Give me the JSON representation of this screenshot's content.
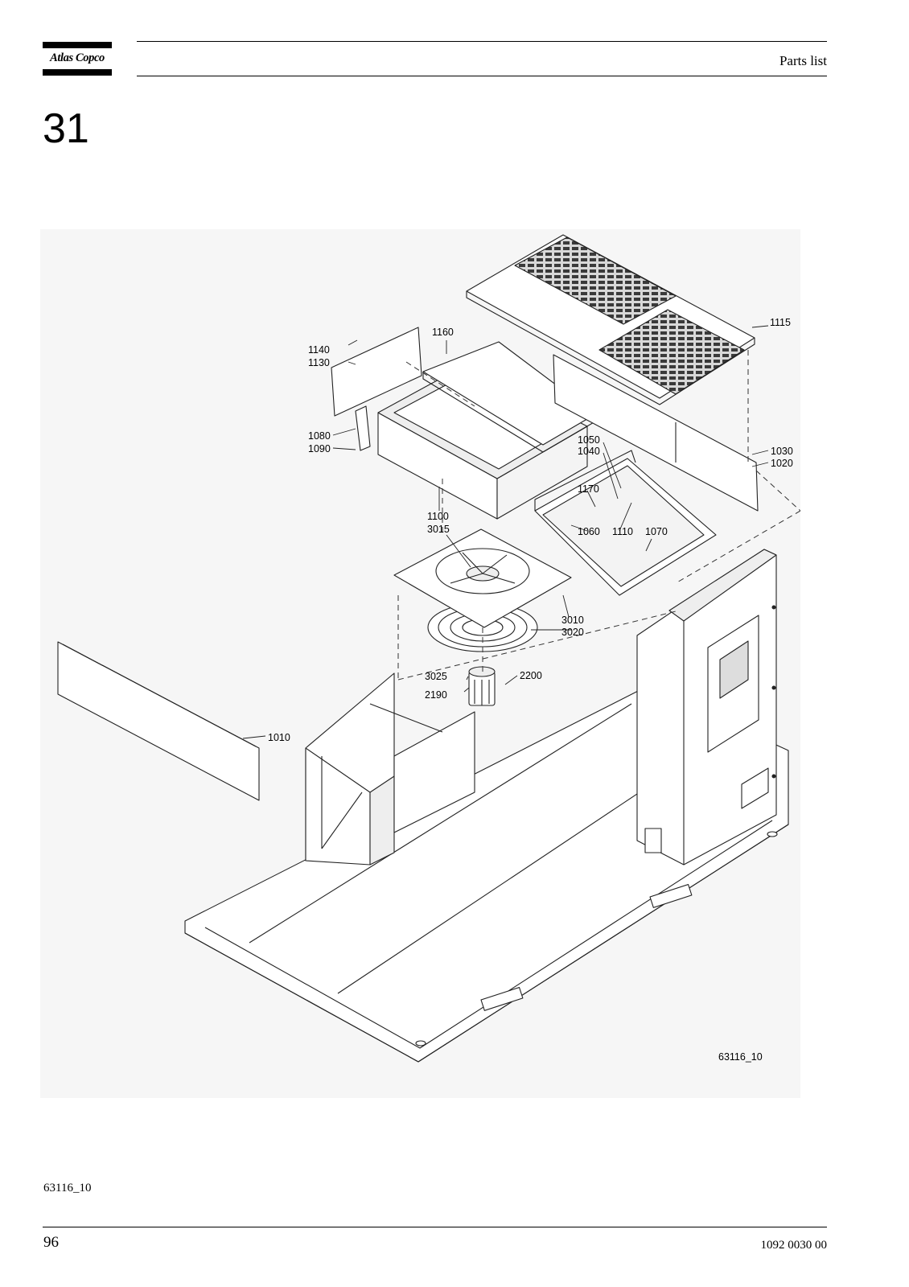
{
  "header": {
    "brand": "Atlas Copco",
    "title": "Parts list"
  },
  "section": {
    "number": "31"
  },
  "drawing": {
    "drawing_id": "63116_10",
    "labels": {
      "p1010": "1010",
      "p1020": "1020",
      "p1030": "1030",
      "p1040": "1040",
      "p1050": "1050",
      "p1060": "1060",
      "p1070": "1070",
      "p1080": "1080",
      "p1090": "1090",
      "p1100": "1100",
      "p1110": "1110",
      "p1115": "1115",
      "p1130": "1130",
      "p1140": "1140",
      "p1160": "1160",
      "p1170": "1170",
      "p2190": "2190",
      "p2200": "2200",
      "p3010": "3010",
      "p3015": "3015",
      "p3020": "3020",
      "p3025": "3025"
    }
  },
  "footer": {
    "figure_caption": "63116_10",
    "page_number": "96",
    "doc_number": "1092 0030 00"
  }
}
